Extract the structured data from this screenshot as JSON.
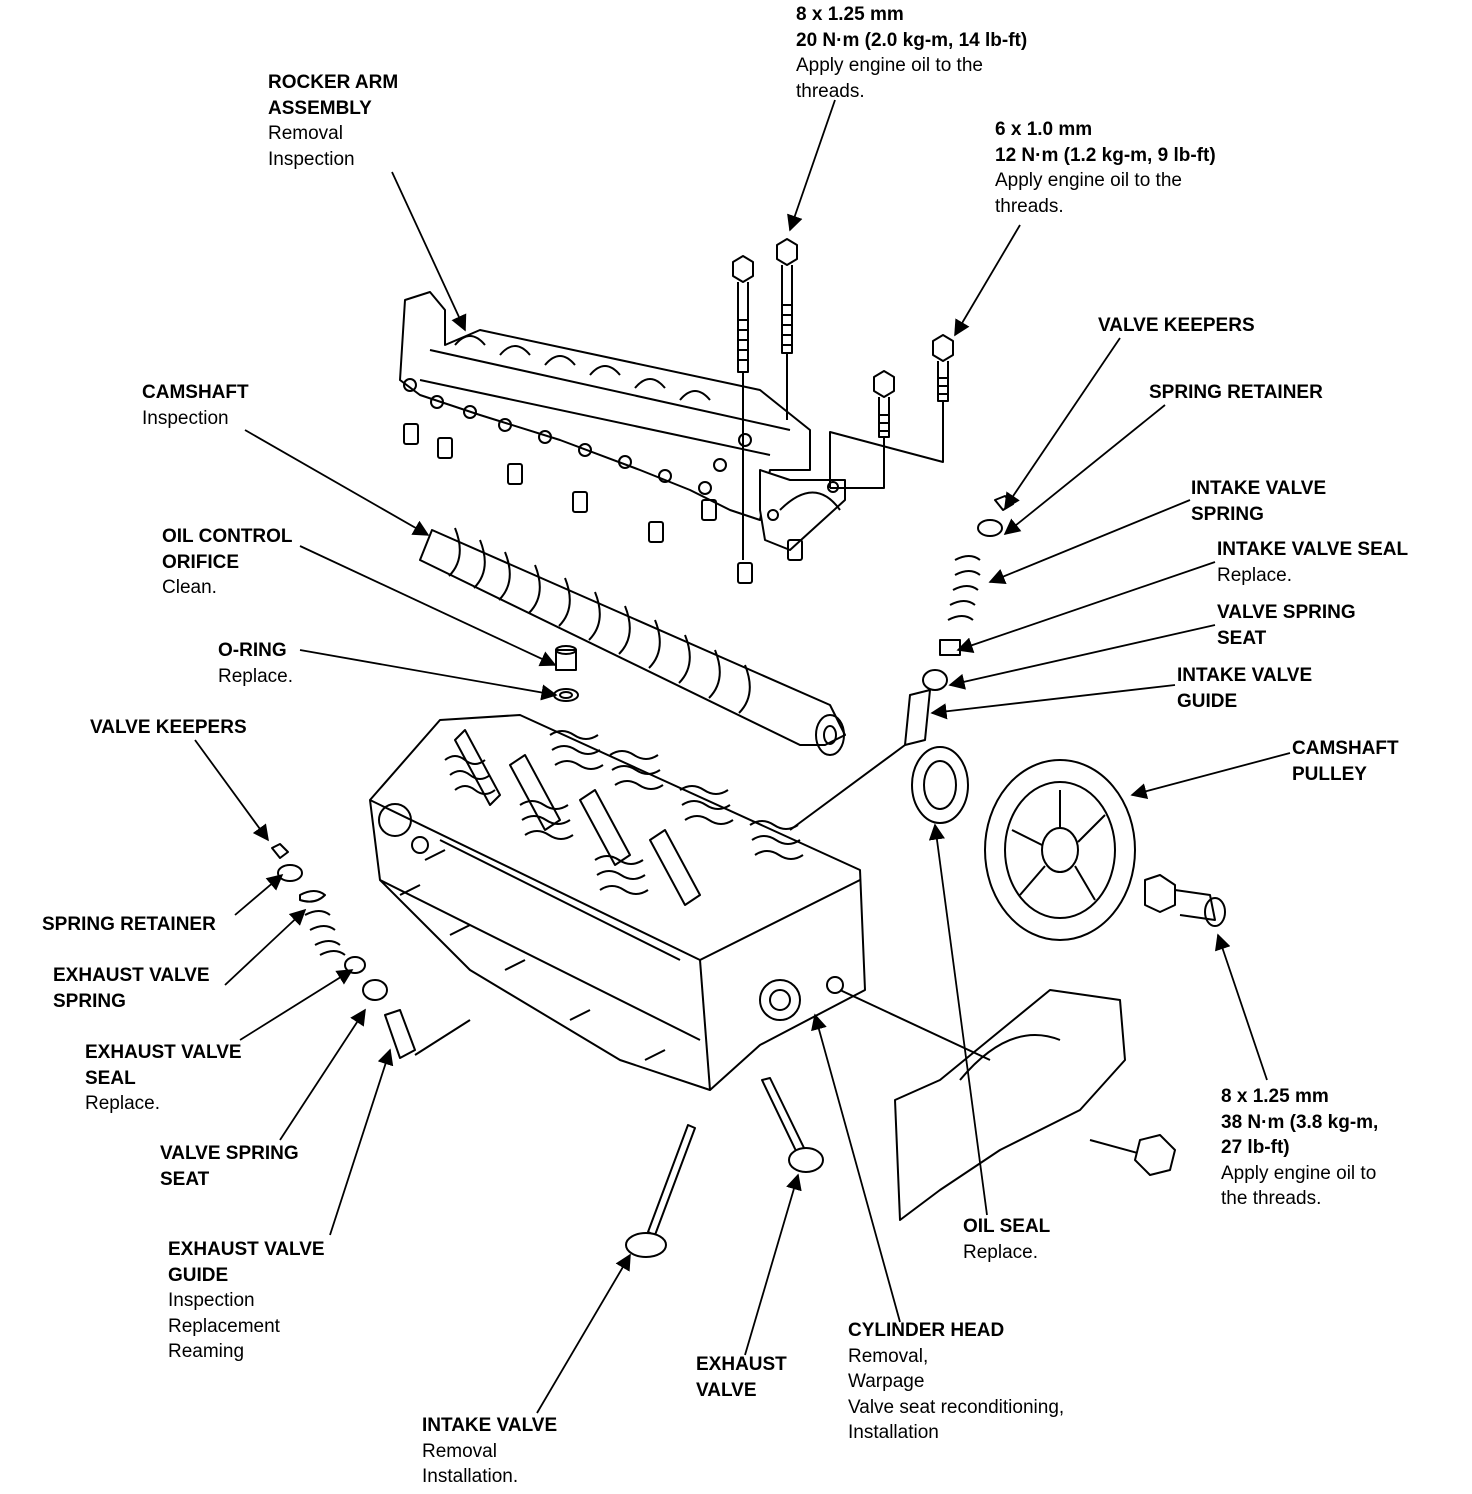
{
  "labels": {
    "bolt_8mm_top": {
      "title": [
        "8 x 1.25 mm",
        "20 N·m (2.0 kg-m, 14 lb-ft)"
      ],
      "notes": [
        "Apply engine oil to the",
        "threads."
      ]
    },
    "bolt_6mm": {
      "title": [
        "6 x 1.0 mm",
        "12 N·m (1.2 kg-m, 9 lb-ft)"
      ],
      "notes": [
        "Apply engine oil to the",
        "threads."
      ]
    },
    "rocker_arm": {
      "title": [
        "ROCKER ARM",
        "ASSEMBLY"
      ],
      "notes": [
        "Removal",
        "Inspection"
      ]
    },
    "camshaft": {
      "title": [
        "CAMSHAFT"
      ],
      "notes": [
        "Inspection"
      ]
    },
    "oil_control": {
      "title": [
        "OIL CONTROL",
        "ORIFICE"
      ],
      "notes": [
        "Clean."
      ]
    },
    "o_ring": {
      "title": [
        "O-RING"
      ],
      "notes": [
        "Replace."
      ]
    },
    "valve_keepers_left": {
      "title": [
        "VALVE KEEPERS"
      ],
      "notes": []
    },
    "spring_retainer_left": {
      "title": [
        "SPRING RETAINER"
      ],
      "notes": []
    },
    "exhaust_spring": {
      "title": [
        "EXHAUST VALVE",
        "SPRING"
      ],
      "notes": []
    },
    "exhaust_seal": {
      "title": [
        "EXHAUST VALVE",
        "SEAL"
      ],
      "notes": [
        "Replace."
      ]
    },
    "spring_seat_left": {
      "title": [
        "VALVE SPRING",
        "SEAT"
      ],
      "notes": []
    },
    "exhaust_guide": {
      "title": [
        "EXHAUST VALVE",
        "GUIDE"
      ],
      "notes": [
        "Inspection",
        "Replacement",
        "Reaming"
      ]
    },
    "intake_valve": {
      "title": [
        "INTAKE VALVE"
      ],
      "notes": [
        "Removal",
        "Installation."
      ]
    },
    "exhaust_valve": {
      "title": [
        "EXHAUST",
        "VALVE"
      ],
      "notes": []
    },
    "cylinder_head": {
      "title": [
        "CYLINDER HEAD"
      ],
      "notes": [
        "Removal,",
        "Warpage",
        "Valve seat reconditioning,",
        "Installation"
      ]
    },
    "oil_seal": {
      "title": [
        "OIL SEAL"
      ],
      "notes": [
        "Replace."
      ]
    },
    "bolt_pulley": {
      "title": [
        "8 x 1.25 mm",
        "38 N·m (3.8 kg-m,",
        "27 lb-ft)"
      ],
      "notes": [
        "Apply engine oil to",
        "the threads."
      ]
    },
    "camshaft_pulley": {
      "title": [
        "CAMSHAFT",
        "PULLEY"
      ],
      "notes": []
    },
    "intake_guide": {
      "title": [
        "INTAKE VALVE",
        "GUIDE"
      ],
      "notes": []
    },
    "spring_seat_right": {
      "title": [
        "VALVE SPRING",
        "SEAT"
      ],
      "notes": []
    },
    "intake_seal": {
      "title": [
        "INTAKE VALVE SEAL"
      ],
      "notes": [
        "Replace."
      ]
    },
    "intake_spring": {
      "title": [
        "INTAKE VALVE",
        "SPRING"
      ],
      "notes": []
    },
    "spring_retainer_right": {
      "title": [
        "SPRING RETAINER"
      ],
      "notes": []
    },
    "valve_keepers_right": {
      "title": [
        "VALVE KEEPERS"
      ],
      "notes": []
    }
  }
}
